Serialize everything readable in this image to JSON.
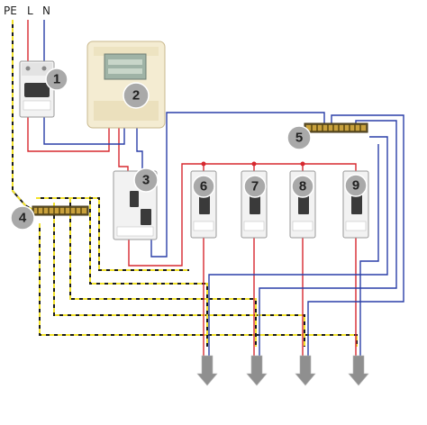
{
  "conductors": {
    "pe": "PE",
    "l": "L",
    "n": "N"
  },
  "components": [
    {
      "id": "main-breaker",
      "number": "1"
    },
    {
      "id": "energy-meter",
      "number": "2"
    },
    {
      "id": "rcd",
      "number": "3"
    },
    {
      "id": "pe-busbar",
      "number": "4"
    },
    {
      "id": "neutral-busbar",
      "number": "5"
    },
    {
      "id": "breaker-6",
      "number": "6"
    },
    {
      "id": "breaker-7",
      "number": "7"
    },
    {
      "id": "breaker-8",
      "number": "8"
    },
    {
      "id": "breaker-9",
      "number": "9"
    }
  ],
  "colors": {
    "phase": "#d7282f",
    "neutral": "#2a3fa8",
    "pe_stripe": "#f2e22c",
    "pe_base": "#1a1a1a",
    "badge": "#a9a9a9"
  }
}
